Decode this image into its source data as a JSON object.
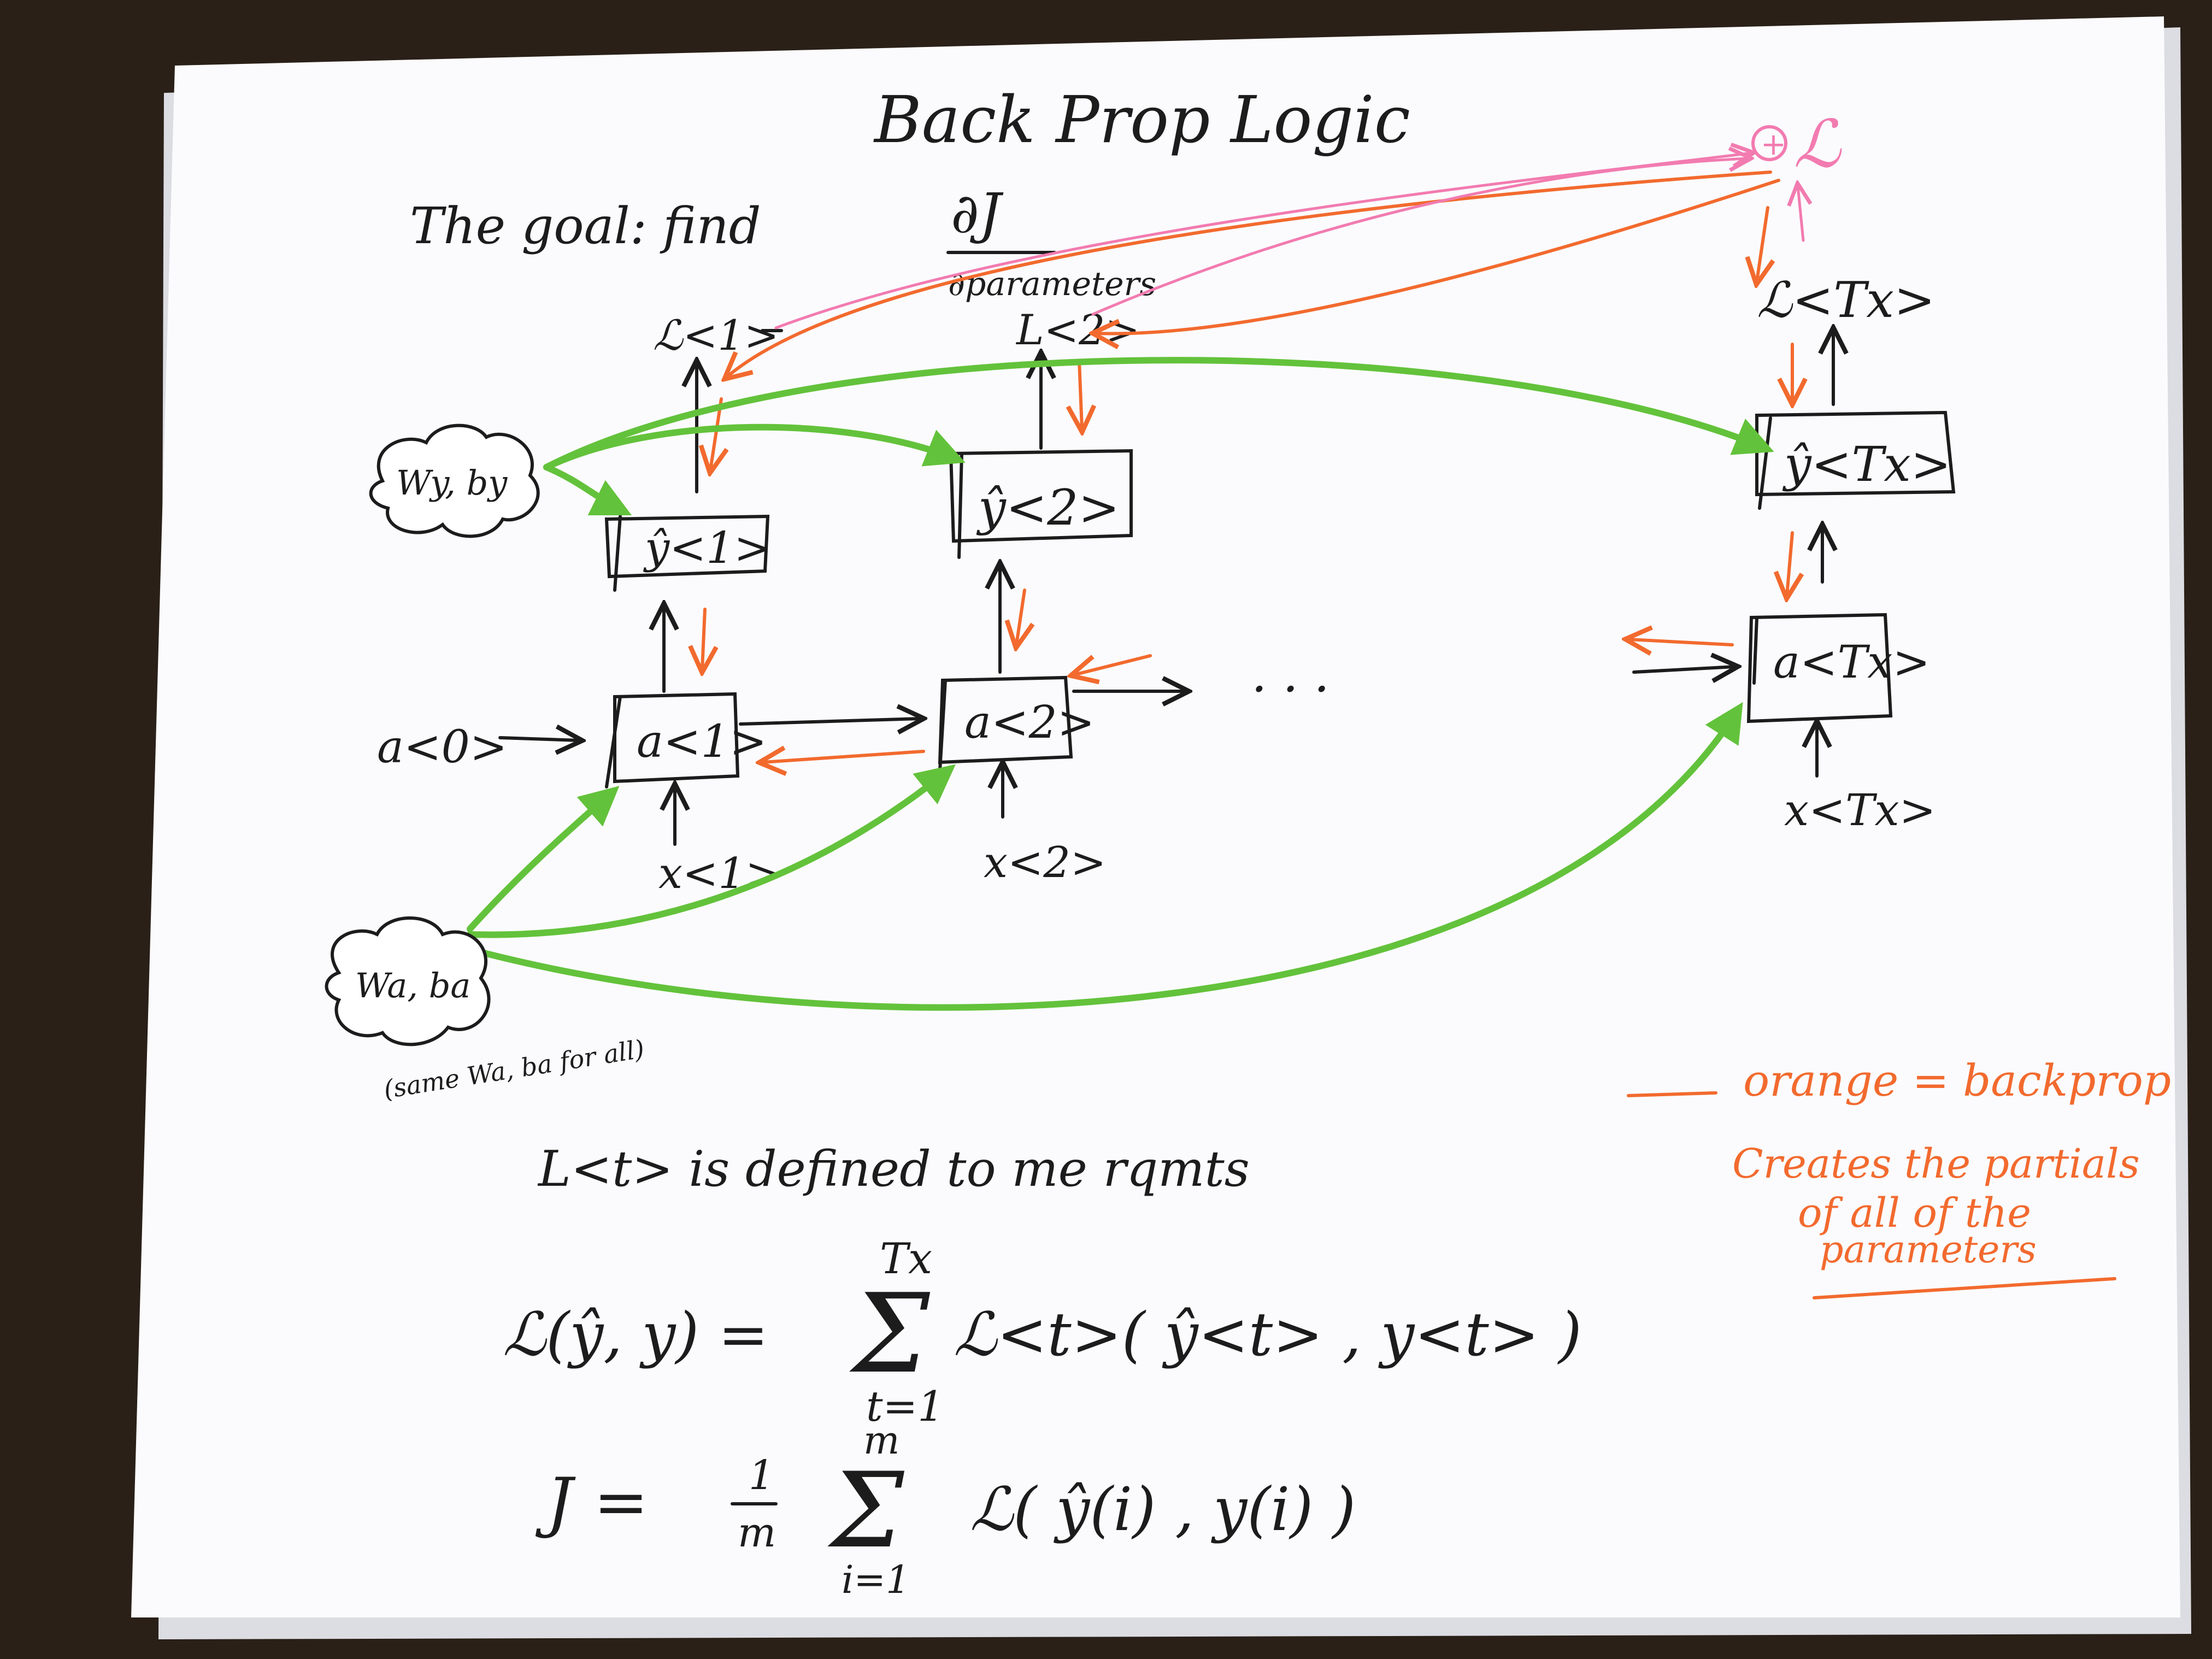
{
  "title": "Back Prop Logic",
  "goal": {
    "text": "The goal:  find",
    "numerator": "∂J",
    "denominator": "∂parameters"
  },
  "clouds": {
    "wy_by": "Wy, by",
    "wa_ba": "Wa, ba",
    "wa_ba_note": "(same Wa, ba for all)"
  },
  "nodes": {
    "a0": "a<0>",
    "a1": "a<1>",
    "a2": "a<2>",
    "aTx": "a<Tx>",
    "yhat1": "ŷ<1>",
    "yhat2": "ŷ<2>",
    "yhatTx": "ŷ<Tx>",
    "x1": "x<1>",
    "x2": "x<2>",
    "xTx": "x<Tx>",
    "L1": "ℒ<1>",
    "L2": "L<2>",
    "LTx": "ℒ<Tx>",
    "L_total": "ℒ",
    "plus": "+",
    "ellipsis": ". . ."
  },
  "legend": {
    "line1": "orange = backprop",
    "line2": "Creates the partials",
    "line3": "of all of the",
    "line4": "parameters"
  },
  "formulas": {
    "note": "L<t> is defined to me rqmts",
    "f1_lhs": "ℒ(ŷ, y) =",
    "f1_sum_top": "Tx",
    "f1_sum_bottom": "t=1",
    "f1_rhs": "ℒ<t>( ŷ<t> , y<t> )",
    "f2_lhs": "J =",
    "f2_frac_num": "1",
    "f2_frac_den": "m",
    "f2_sum_top": "m",
    "f2_sum_bottom": "i=1",
    "f2_rhs": "ℒ( ŷ(i) , y(i) )",
    "sigma": "Σ"
  },
  "colors": {
    "ink": "#1c1c1c",
    "backprop_orange": "#f26a2e",
    "pink": "#f27bb0",
    "param_green": "#63c23b",
    "paper": "#fbfbfd"
  }
}
